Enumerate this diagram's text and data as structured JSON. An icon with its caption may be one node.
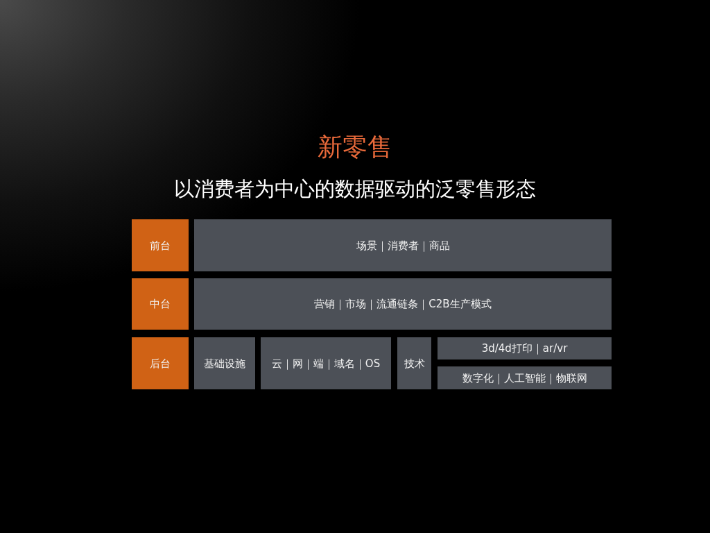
{
  "diagram": {
    "title": "新零售",
    "nodes": [
      {
        "text": [
          "前台"
        ]
      },
      {
        "text": [
          "场景｜消费者｜商品"
        ]
      },
      {
        "text": [
          "中台"
        ]
      },
      {
        "text": [
          "营销｜市场｜流通链条｜C2B生产模式"
        ]
      },
      {
        "text": [
          "后台"
        ]
      },
      {
        "text": [
          "基础设施"
        ]
      },
      {
        "text": [
          "云｜网｜端｜域名｜OS"
        ]
      },
      {
        "text": [
          "技术"
        ]
      },
      {
        "text": [
          "3d/4d打印｜ar/vr"
        ]
      },
      {
        "text": [
          "数字化｜人工智能｜物联网"
        ]
      }
    ],
    "labels": [
      "以消费者为中心的数据驱动的泛零售形态"
    ]
  }
}
